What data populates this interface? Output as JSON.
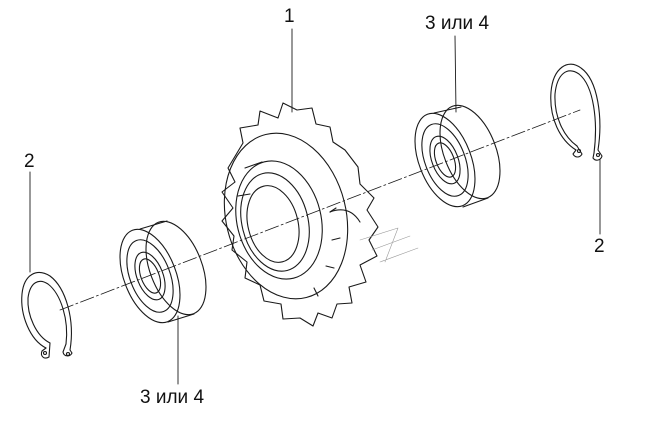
{
  "labels": {
    "sprocket": "1",
    "bearing_top": "3 или 4",
    "circlip_left": "2",
    "circlip_right": "2",
    "bearing_bottom": "3 или 4"
  },
  "colors": {
    "line": "#1a1a1a",
    "background": "#ffffff"
  }
}
